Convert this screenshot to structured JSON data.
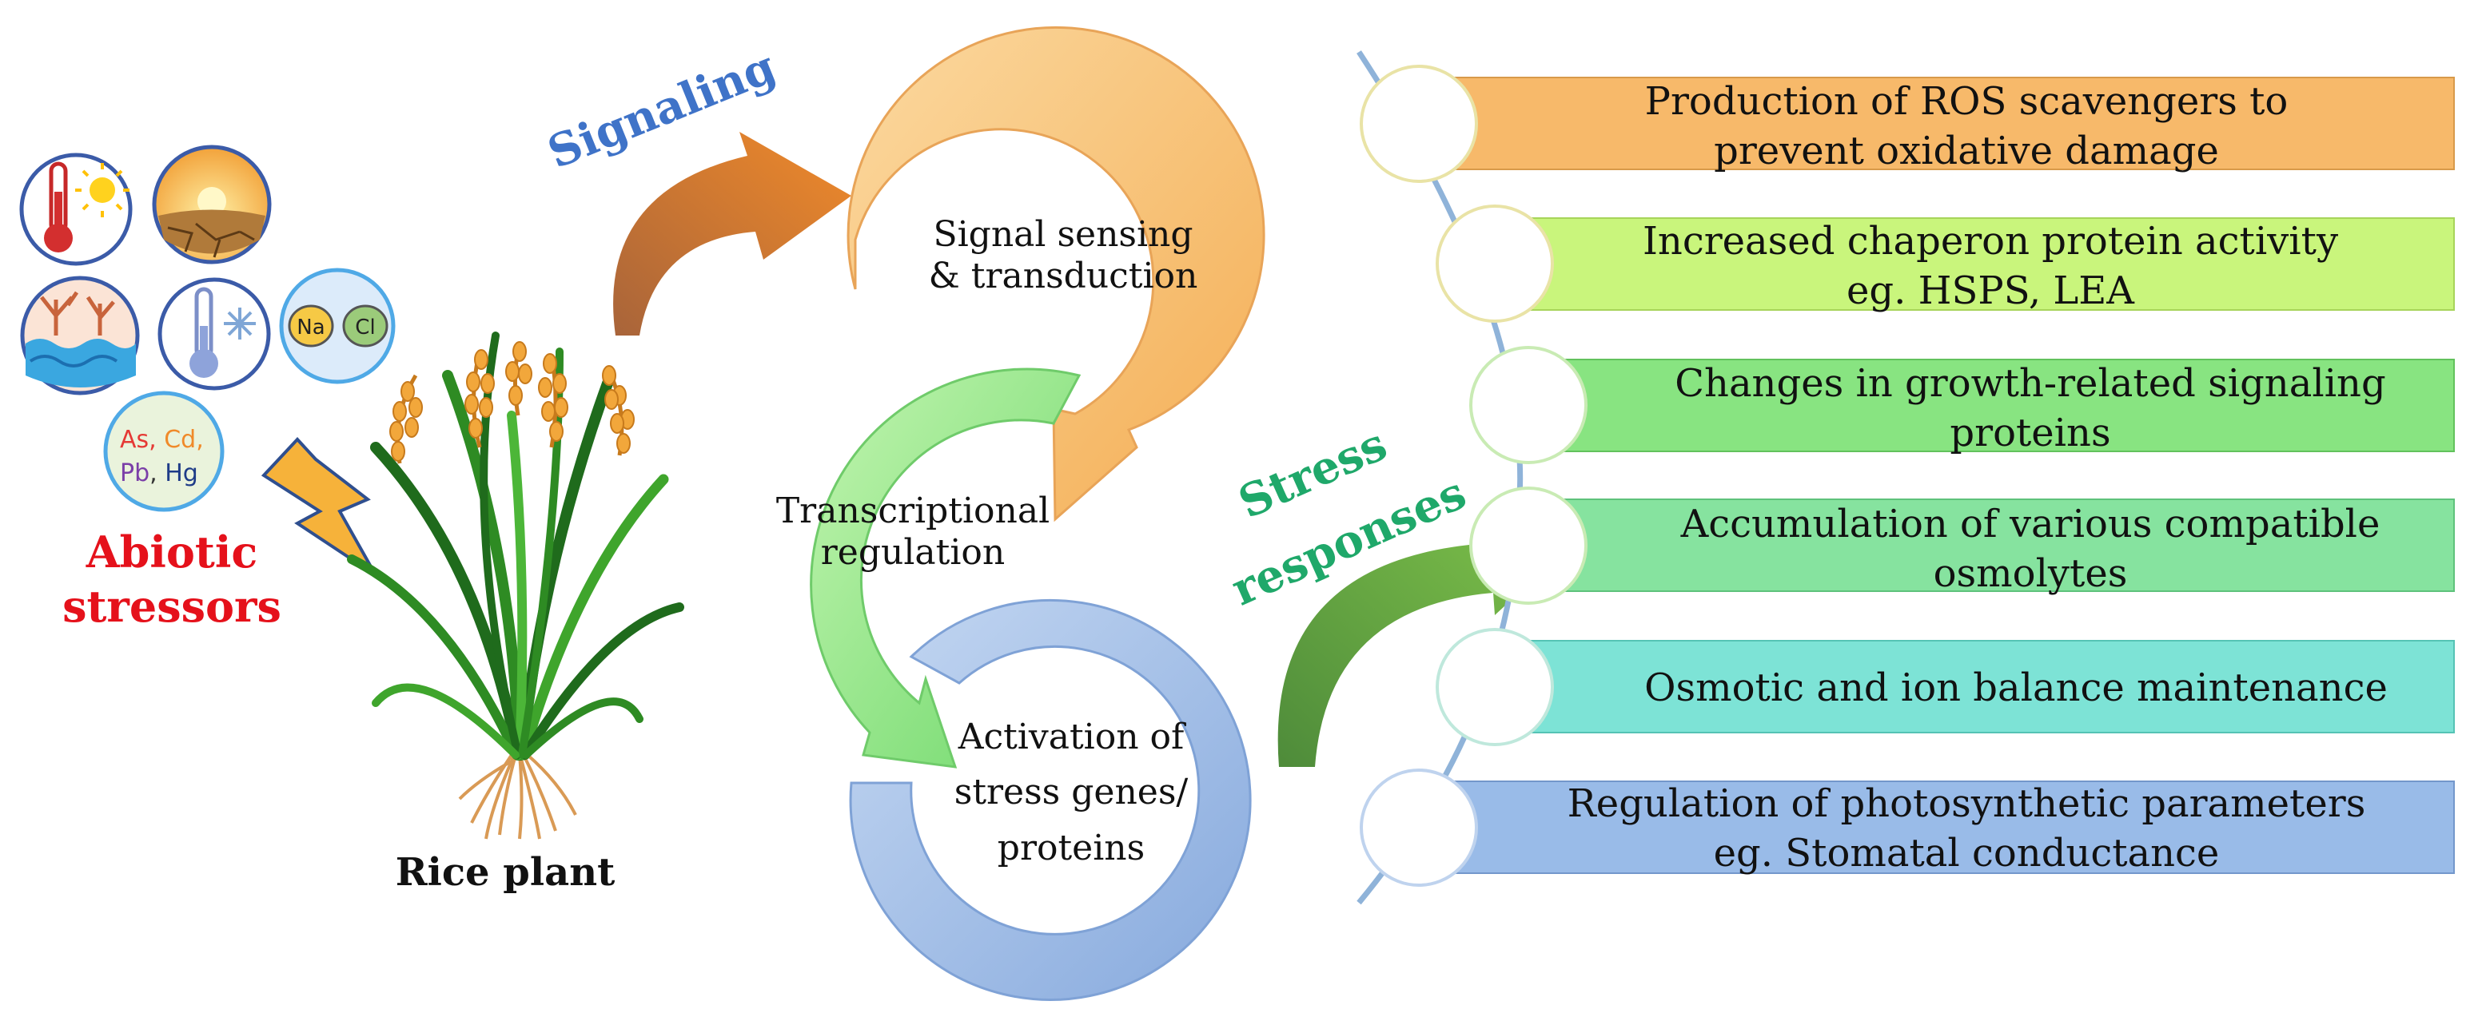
{
  "stressors": {
    "heavy_metals_line1": [
      "As",
      "Cd"
    ],
    "heavy_metals_line2": [
      "Pb",
      "Hg"
    ],
    "salt_ions": [
      "Na",
      "Cl"
    ],
    "label_line1": "Abiotic",
    "label_line2": "stressors",
    "icons": [
      "heat-thermometer-sun-icon",
      "drought-cracked-earth-icon",
      "flood-icon",
      "cold-thermometer-snowflake-icon",
      "salt-ions-icon",
      "heavy-metals-icon",
      "lightning-bolt-icon"
    ]
  },
  "plant": {
    "label": "Rice plant"
  },
  "signaling_label": "Signaling",
  "cycle": {
    "step1_line1": "Signal sensing",
    "step1_line2": "& transduction",
    "step2_line1": "Transcriptional",
    "step2_line2": "regulation",
    "step3_line1": "Activation of",
    "step3_line2": "stress genes/",
    "step3_line3": "proteins"
  },
  "responses_label": {
    "line1": "Stress",
    "line2": "responses"
  },
  "responses": [
    {
      "line1": "Production of ROS scavengers to",
      "line2": "prevent oxidative damage",
      "color": "#F7B96A"
    },
    {
      "line1": "Increased chaperon protein activity",
      "line2": "eg. HSPS, LEA",
      "color": "#C9F57C"
    },
    {
      "line1": "Changes in growth-related signaling",
      "line2": "proteins",
      "color": "#88E481"
    },
    {
      "line1": "Accumulation of various compatible",
      "line2": "osmolytes",
      "color": "#86E39F"
    },
    {
      "line1": "Osmotic and ion balance maintenance",
      "line2": "",
      "color": "#7DE3D6"
    },
    {
      "line1": "Regulation of photosynthetic parameters",
      "line2": "eg. Stomatal conductance",
      "color": "#99BBE8"
    }
  ],
  "colors": {
    "signaling_text": "#3F73C8",
    "stress_responses_text": "#1FA86A",
    "abiotic_text": "#E5111B",
    "cycle_orange": "#F9C47A",
    "cycle_green": "#93E58E",
    "cycle_blue": "#9DBDE6"
  }
}
